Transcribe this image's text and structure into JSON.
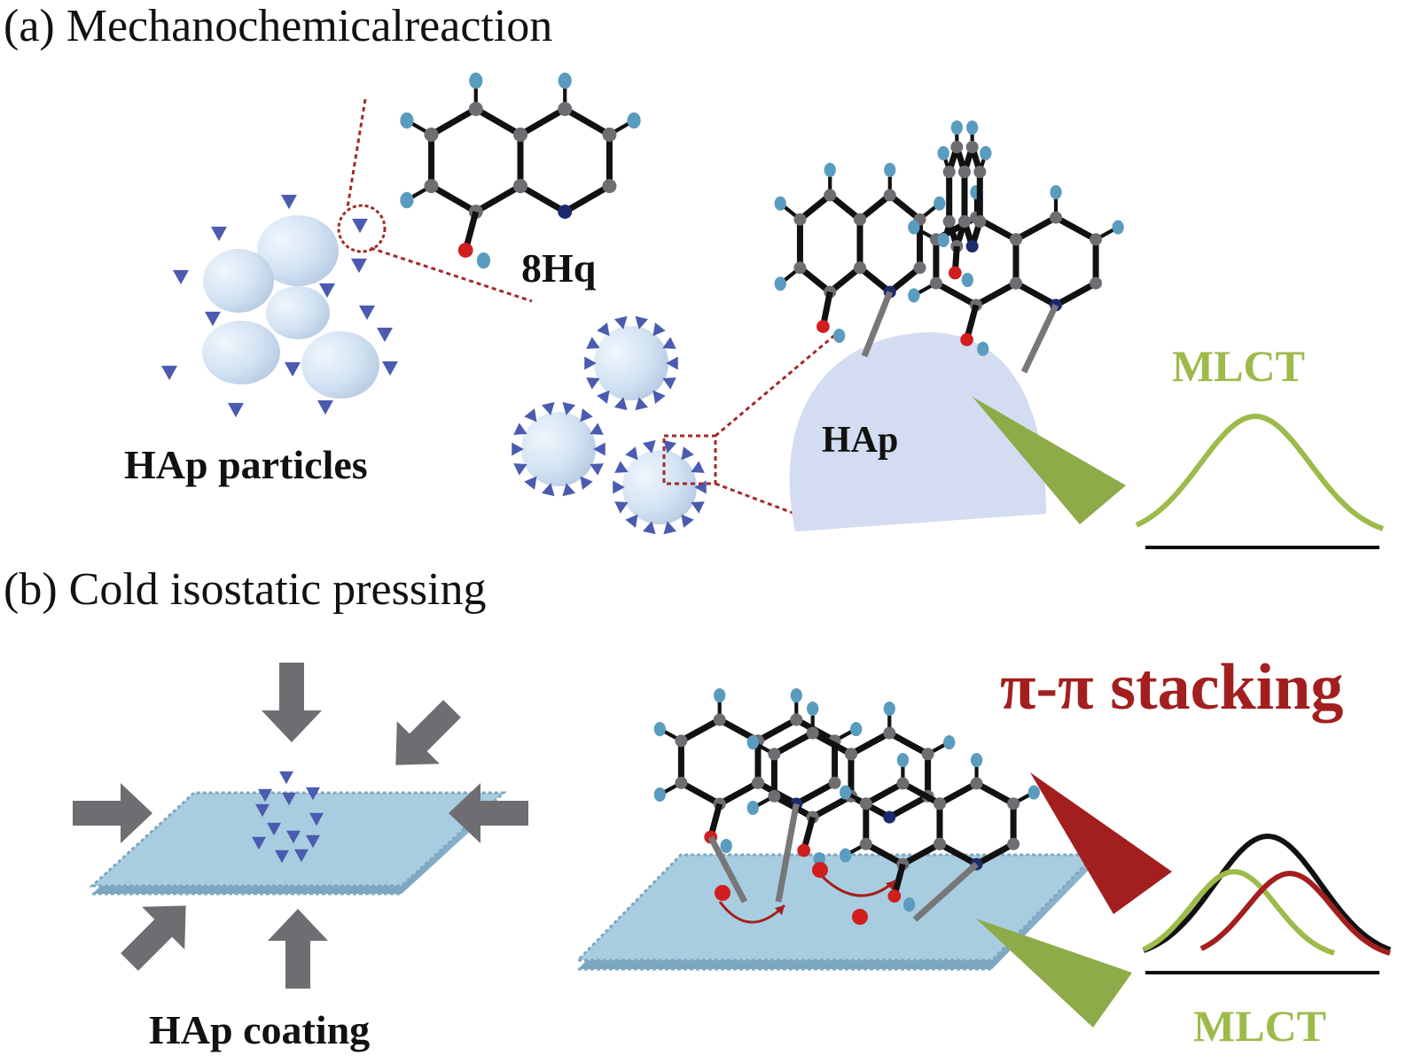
{
  "panel_a": {
    "heading": "(a) Mechanochemicalreaction",
    "particles_label": "HAp particles",
    "molecule_label": "8Hq",
    "surface_label": "HAp",
    "band_label": "MLCT"
  },
  "panel_b": {
    "heading": "(b) Cold isostatic pressing",
    "coating_label": "HAp coating",
    "stacking_label": "π-π stacking",
    "band_label": "MLCT"
  },
  "colors": {
    "bond": "#111111",
    "carbon": "#6e6e72",
    "hydrogen": "#5a9cbf",
    "nitrogen": "#1d2a6b",
    "oxygen": "#d01e1e",
    "particle": "#cfe0f2",
    "adsorbed_marker": "#4a5bb0",
    "plate": "#a9cde0",
    "hap_surface": "#d3dcf0",
    "mlct_green": "#9cbb4a",
    "stacking_red": "#a31f1f",
    "leader_line": "#a32a2a",
    "pressure_arrow": "#6e6e72"
  },
  "icons": [
    "pressure-arrow-icon",
    "8hq-molecule-icon",
    "hap-particle-icon",
    "emission-band-icon",
    "excitation-beam-icon"
  ]
}
